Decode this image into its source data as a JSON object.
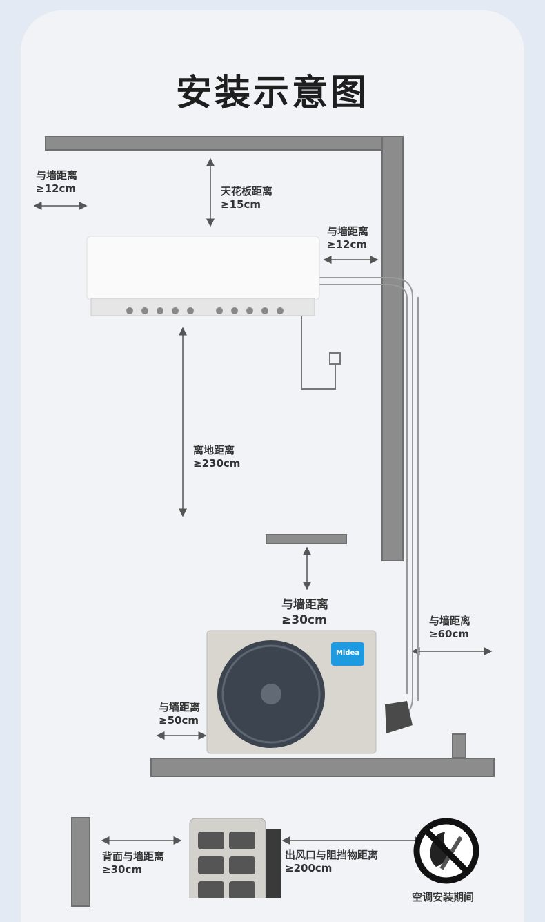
{
  "title": "安装示意图",
  "labels": {
    "left_wall": {
      "name": "与墙距离",
      "value": "≥12cm"
    },
    "ceiling": {
      "name": "天花板距离",
      "value": "≥15cm"
    },
    "right_wall": {
      "name": "与墙距离",
      "value": "≥12cm"
    },
    "floor": {
      "name": "离地距离",
      "value": "≥230cm"
    },
    "outdoor_top": {
      "name": "与墙距离",
      "value": "≥30cm"
    },
    "outdoor_right": {
      "name": "与墙距离",
      "value": "≥60cm"
    },
    "outdoor_left": {
      "name": "与墙距离",
      "value": "≥50cm"
    },
    "back_wall": {
      "name": "背面与墙距离",
      "value": "≥30cm"
    },
    "outlet": {
      "name": "出风口与阻挡物距离",
      "value": "≥200cm"
    }
  },
  "warning_caption": "空调安装期间",
  "brand": "Midea",
  "colors": {
    "wall": "#8c8c8c",
    "card": "#f1f3f7",
    "background": "#e4eaf4",
    "brand_blue": "#1e9be0"
  }
}
